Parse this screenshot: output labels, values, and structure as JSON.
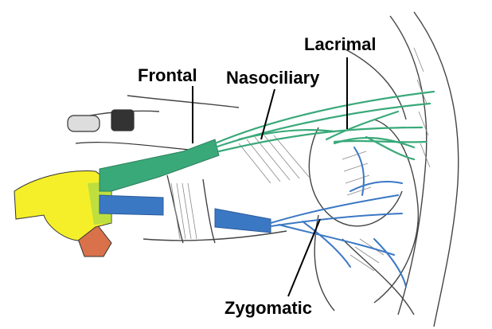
{
  "labels": {
    "frontal": "Frontal",
    "nasociliary": "Nasociliary",
    "lacrimal": "Lacrimal",
    "zygomatic": "Zygomatic"
  },
  "colors": {
    "ophthalmic_nerve": "#3aa97a",
    "maxillary_nerve": "#3b78c4",
    "trigeminal_ganglion": "#f5ef2a",
    "mandibular_nerve": "#d9714a",
    "ganglion_root": "#8fd14f",
    "engraving": "#444444"
  }
}
